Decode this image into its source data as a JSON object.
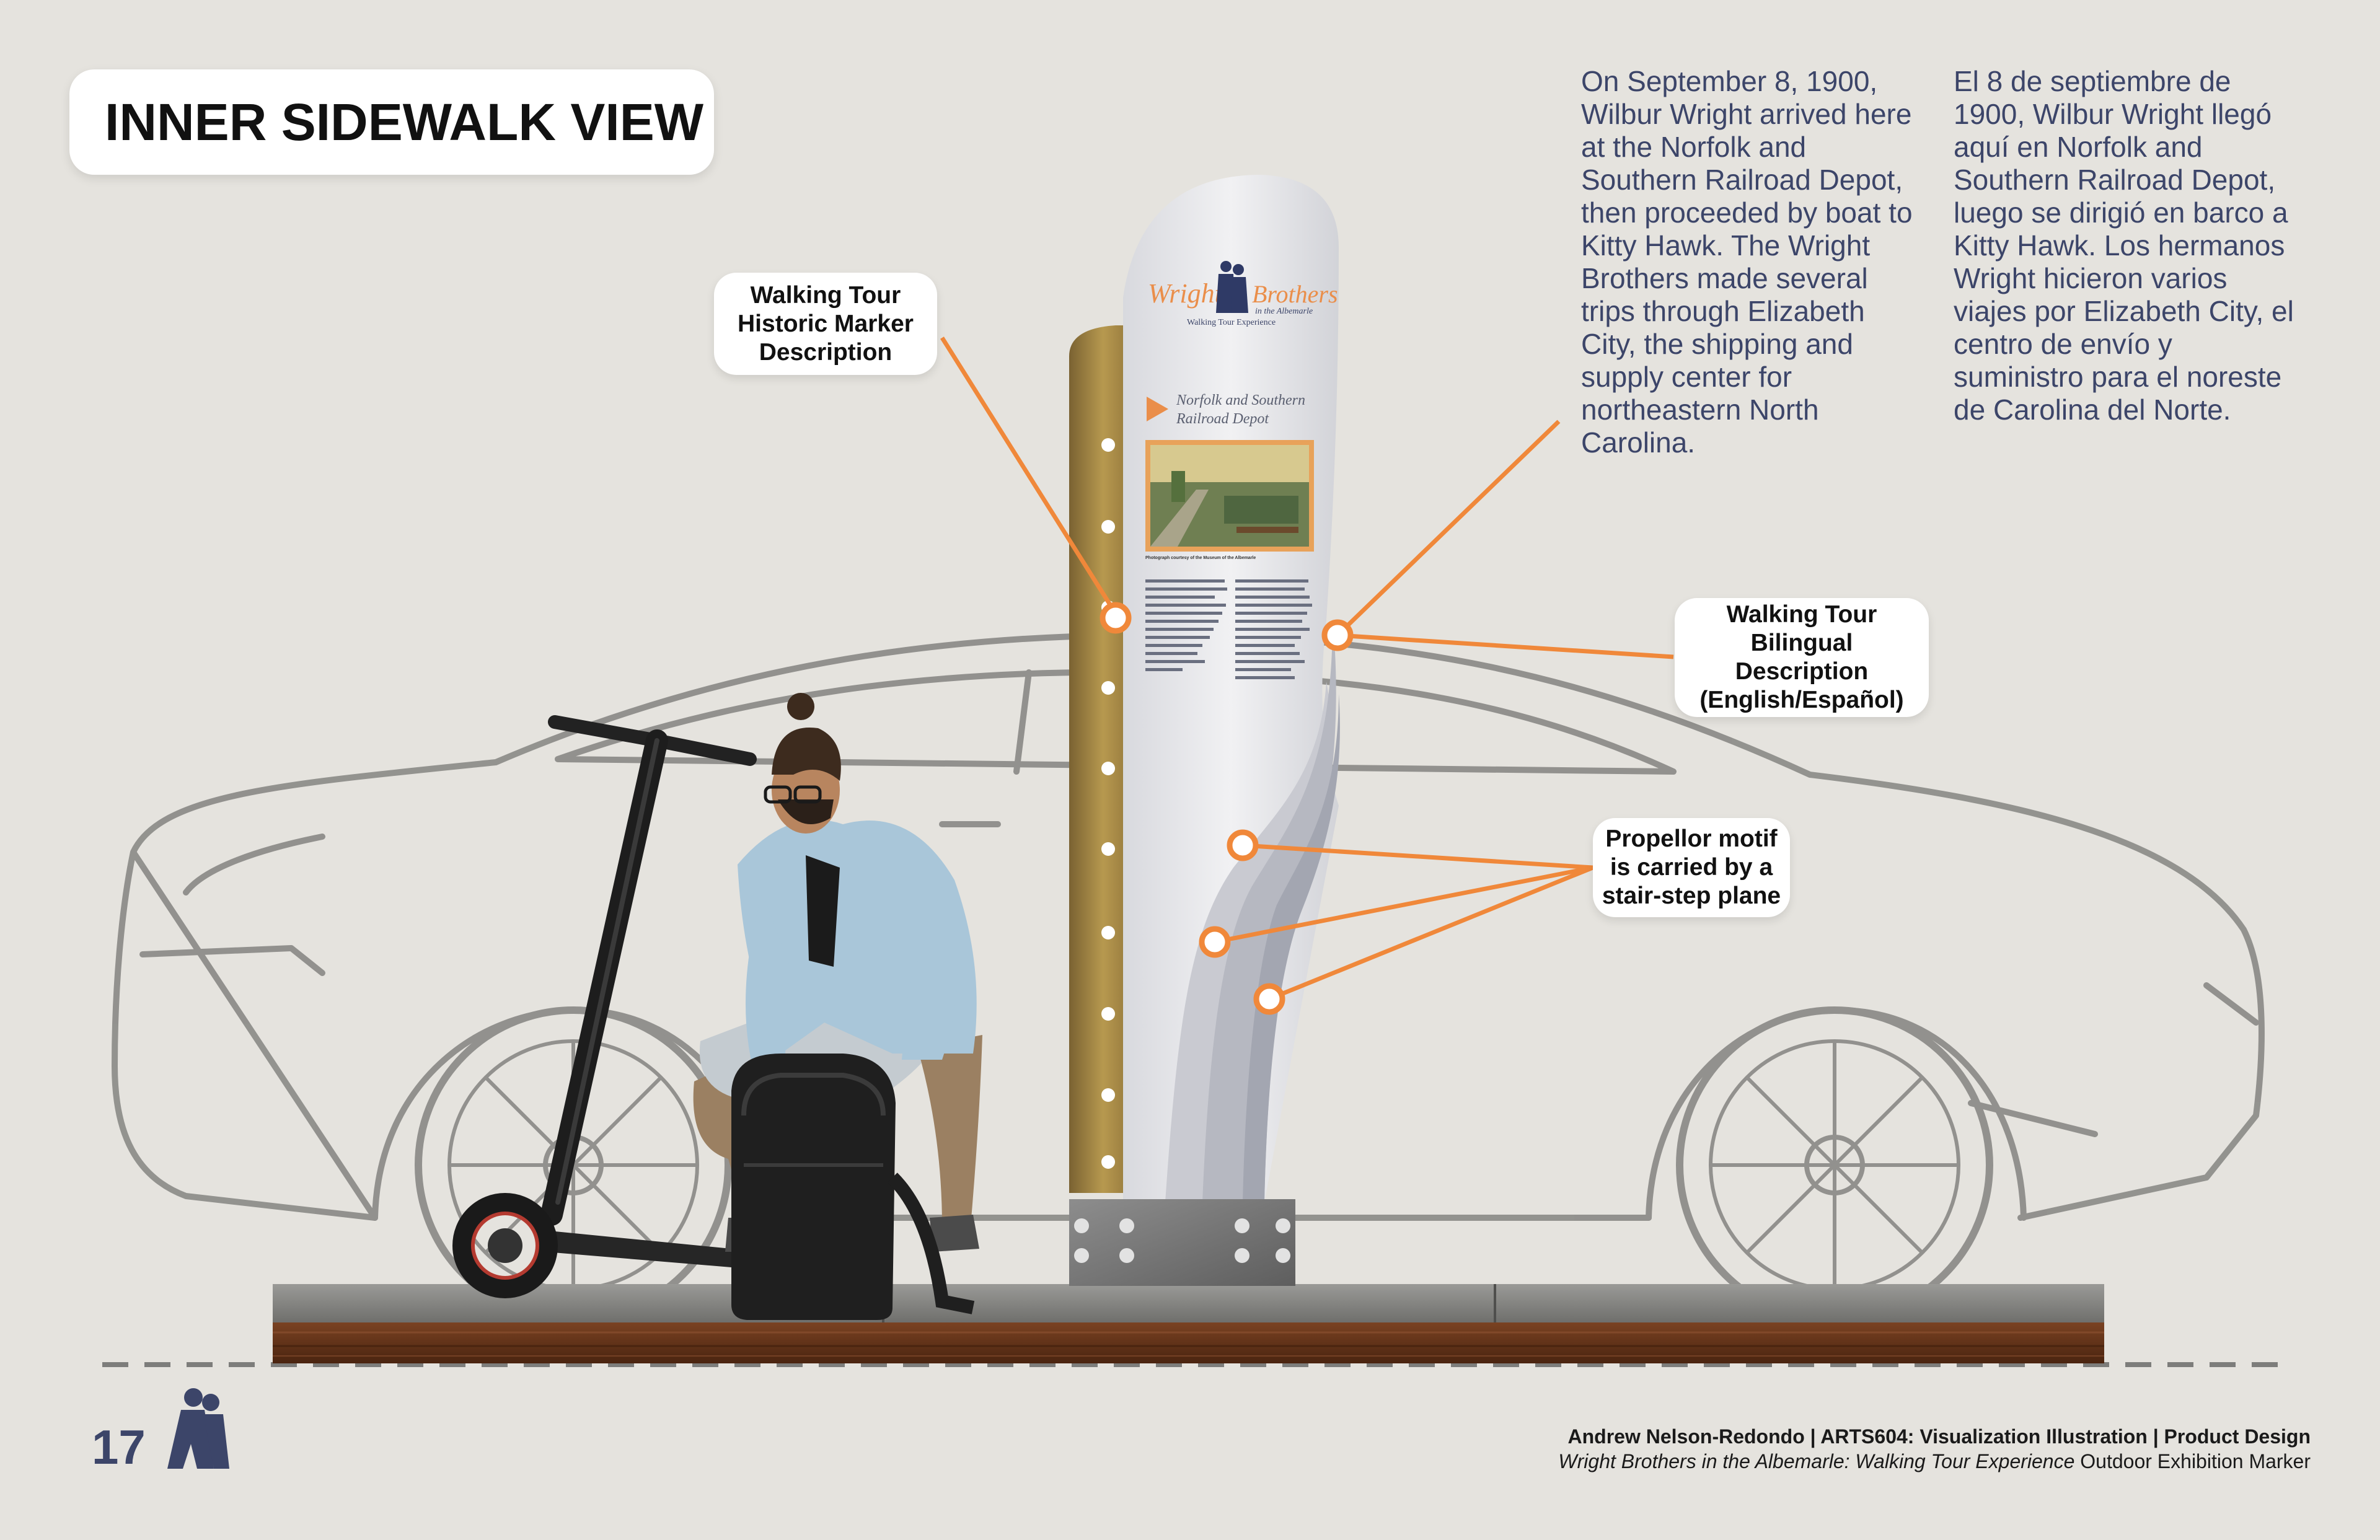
{
  "page_title": "INNER SIDEWALK VIEW",
  "callouts": {
    "historic_marker": "Walking Tour\nHistoric Marker\nDescription",
    "bilingual": "Walking Tour\nBilingual\nDescription\n(English/Español)",
    "propellor": "Propellor motif\nis carried by a\nstair-step plane"
  },
  "description_en": "On September 8, 1900,\nWilbur Wright arrived here\nat the Norfolk and\nSouthern Railroad Depot,\nthen proceeded by boat to\nKitty Hawk. The Wright\nBrothers made several\ntrips through Elizabeth\nCity, the shipping and\nsupply center for\nnortheastern North\nCarolina.",
  "description_es": "El 8 de septiembre de\n1900, Wilbur Wright llegó\naquí en Norfolk and\nSouthern Railroad Depot,\nluego se dirigió en barco a\nKitty Hawk. Los hermanos\nWright hicieron varios\nviajes por Elizabeth City, el\ncentro de envío y\nsuministro para el noreste\nde Carolina del Norte.",
  "sign": {
    "logo_line1": "Wright",
    "logo_line2": "Brothers",
    "logo_line3": "in the Albemarle",
    "logo_tagline": "Walking Tour Experience",
    "heading_line1": "Norfolk and Southern",
    "heading_line2": "Railroad Depot",
    "photo_caption": "Photograph courtesy of the Museum of the Albemarle"
  },
  "page_number": "17",
  "footer": {
    "credit": "Andrew Nelson-Redondo | ARTS604: Visualization Illustration | Product Design",
    "subtitle_italic": "Wright Brothers in the Albemarle: Walking Tour Experience",
    "subtitle_rest": " Outdoor Exhibition Marker"
  },
  "colors": {
    "background": "#e5e3de",
    "accent_orange": "#f0883a",
    "text_navy": "#3c4569",
    "car_outline": "#8a8986",
    "bronze": "#a88a4c",
    "wood": "#6b3a1c"
  }
}
